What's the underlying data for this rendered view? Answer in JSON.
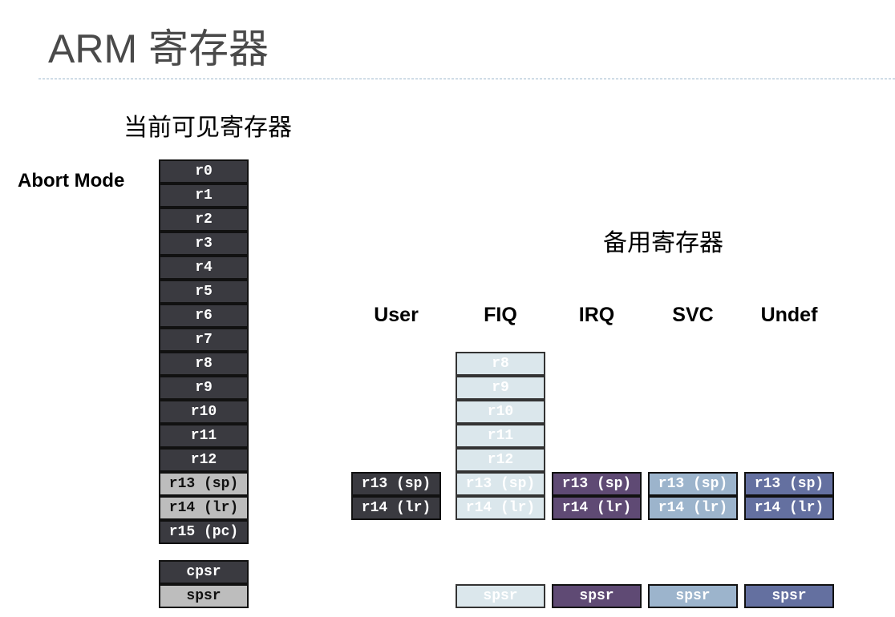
{
  "title": "ARM 寄存器",
  "current_heading": "当前可见寄存器",
  "mode_label": "Abort Mode",
  "banked_heading": "备用寄存器",
  "colors": {
    "dark": "#3a3a40",
    "grey": "#bdbdbd",
    "fiq_pale": "#dbe7ec",
    "irq_purple": "#5f4a74",
    "svc_steel": "#9cb4cc",
    "undef_navy": "#6470a0"
  },
  "current_regs": [
    {
      "label": "r0",
      "style": "dark"
    },
    {
      "label": "r1",
      "style": "dark"
    },
    {
      "label": "r2",
      "style": "dark"
    },
    {
      "label": "r3",
      "style": "dark"
    },
    {
      "label": "r4",
      "style": "dark"
    },
    {
      "label": "r5",
      "style": "dark"
    },
    {
      "label": "r6",
      "style": "dark"
    },
    {
      "label": "r7",
      "style": "dark"
    },
    {
      "label": "r8",
      "style": "dark"
    },
    {
      "label": "r9",
      "style": "dark"
    },
    {
      "label": "r10",
      "style": "dark"
    },
    {
      "label": "r11",
      "style": "dark"
    },
    {
      "label": "r12",
      "style": "dark"
    },
    {
      "label": "r13 (sp)",
      "style": "grey"
    },
    {
      "label": "r14 (lr)",
      "style": "grey"
    },
    {
      "label": "r15 (pc)",
      "style": "dark"
    }
  ],
  "status_regs": [
    {
      "label": "cpsr",
      "style": "dark"
    },
    {
      "label": "spsr",
      "style": "grey"
    }
  ],
  "modes": [
    {
      "name": "User",
      "style": "dark",
      "regs": [
        "r13 (sp)",
        "r14 (lr)"
      ],
      "spsr": ""
    },
    {
      "name": "FIQ",
      "style": "pale",
      "extra_regs": [
        "r8",
        "r9",
        "r10",
        "r11",
        "r12"
      ],
      "regs": [
        "r13 (sp)",
        "r14 (lr)"
      ],
      "spsr": "spsr"
    },
    {
      "name": "IRQ",
      "style": "purple",
      "regs": [
        "r13 (sp)",
        "r14 (lr)"
      ],
      "spsr": "spsr"
    },
    {
      "name": "SVC",
      "style": "steel",
      "regs": [
        "r13 (sp)",
        "r14 (lr)"
      ],
      "spsr": "spsr"
    },
    {
      "name": "Undef",
      "style": "navy",
      "regs": [
        "r13 (sp)",
        "r14 (lr)"
      ],
      "spsr": "spsr"
    }
  ]
}
